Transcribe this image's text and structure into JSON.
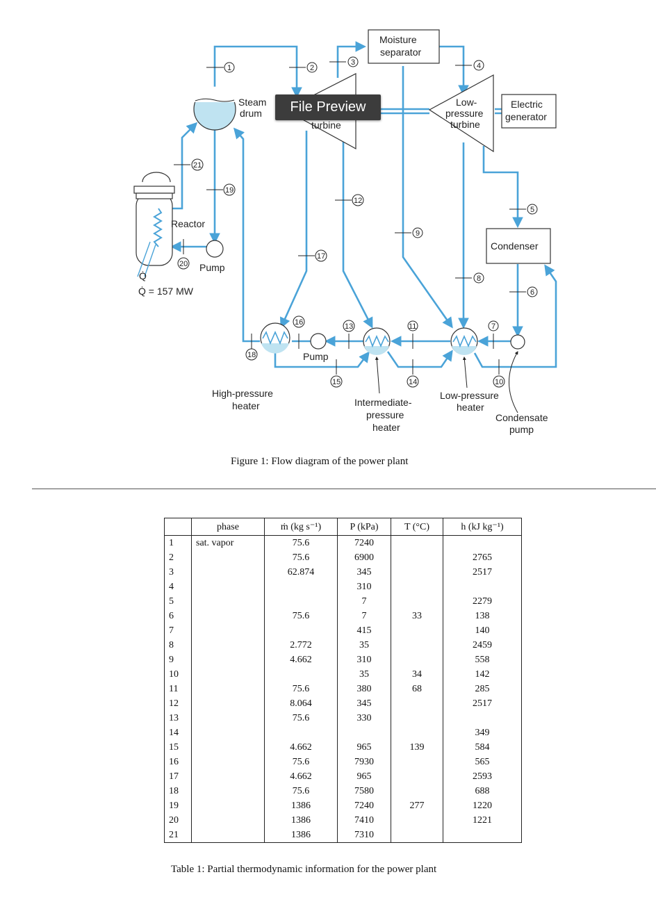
{
  "diagram": {
    "labels": {
      "moisture_separator": [
        "Moisture",
        "separator"
      ],
      "low_pressure_turbine": [
        "Low-",
        "pressure",
        "turbine"
      ],
      "electric_generator": [
        "Electric",
        "generator"
      ],
      "hp_turbine_partial": "turbine",
      "steam_drum": [
        "Steam",
        "drum"
      ],
      "reactor": "Reactor",
      "pump": "Pump",
      "pump_mid": "Pump",
      "condenser": "Condenser",
      "high_pressure_heater": [
        "High-pressure",
        "heater"
      ],
      "intermediate_pressure_heater": [
        "Intermediate-",
        "pressure",
        "heater"
      ],
      "low_pressure_heater": [
        "Low-pressure",
        "heater"
      ],
      "condensate_pump": [
        "Condensate",
        "pump"
      ],
      "qdot_symbol": "Q̇",
      "qdot_value": "Q̇ = 157 MW"
    },
    "state_numbers": [
      "1",
      "2",
      "3",
      "4",
      "5",
      "6",
      "7",
      "8",
      "9",
      "10",
      "11",
      "12",
      "13",
      "14",
      "15",
      "16",
      "17",
      "18",
      "19",
      "20",
      "21"
    ]
  },
  "overlay": {
    "file_preview_label": "File Preview"
  },
  "figure_caption": "Figure 1: Flow diagram of the power plant",
  "table": {
    "headers": [
      "",
      "phase",
      "ṁ (kg s⁻¹)",
      "P (kPa)",
      "T (°C)",
      "h (kJ kg⁻¹)"
    ],
    "rows": [
      [
        "1",
        "sat. vapor",
        "75.6",
        "7240",
        "",
        ""
      ],
      [
        "2",
        "",
        "75.6",
        "6900",
        "",
        "2765"
      ],
      [
        "3",
        "",
        "62.874",
        "345",
        "",
        "2517"
      ],
      [
        "4",
        "",
        "",
        "310",
        "",
        ""
      ],
      [
        "5",
        "",
        "",
        "7",
        "",
        "2279"
      ],
      [
        "6",
        "",
        "75.6",
        "7",
        "33",
        "138"
      ],
      [
        "7",
        "",
        "",
        "415",
        "",
        "140"
      ],
      [
        "8",
        "",
        "2.772",
        "35",
        "",
        "2459"
      ],
      [
        "9",
        "",
        "4.662",
        "310",
        "",
        "558"
      ],
      [
        "10",
        "",
        "",
        "35",
        "34",
        "142"
      ],
      [
        "11",
        "",
        "75.6",
        "380",
        "68",
        "285"
      ],
      [
        "12",
        "",
        "8.064",
        "345",
        "",
        "2517"
      ],
      [
        "13",
        "",
        "75.6",
        "330",
        "",
        ""
      ],
      [
        "14",
        "",
        "",
        "",
        "",
        "349"
      ],
      [
        "15",
        "",
        "4.662",
        "965",
        "139",
        "584"
      ],
      [
        "16",
        "",
        "75.6",
        "7930",
        "",
        "565"
      ],
      [
        "17",
        "",
        "4.662",
        "965",
        "",
        "2593"
      ],
      [
        "18",
        "",
        "75.6",
        "7580",
        "",
        "688"
      ],
      [
        "19",
        "",
        "1386",
        "7240",
        "277",
        "1220"
      ],
      [
        "20",
        "",
        "1386",
        "7410",
        "",
        "1221"
      ],
      [
        "21",
        "",
        "1386",
        "7310",
        "",
        ""
      ]
    ]
  },
  "table_caption": "Table 1: Partial thermodynamic information for the power plant",
  "colors": {
    "flow": "#4aa3d8",
    "water": "#bfe3f1",
    "overlay_bg": "#3c3c3c"
  }
}
